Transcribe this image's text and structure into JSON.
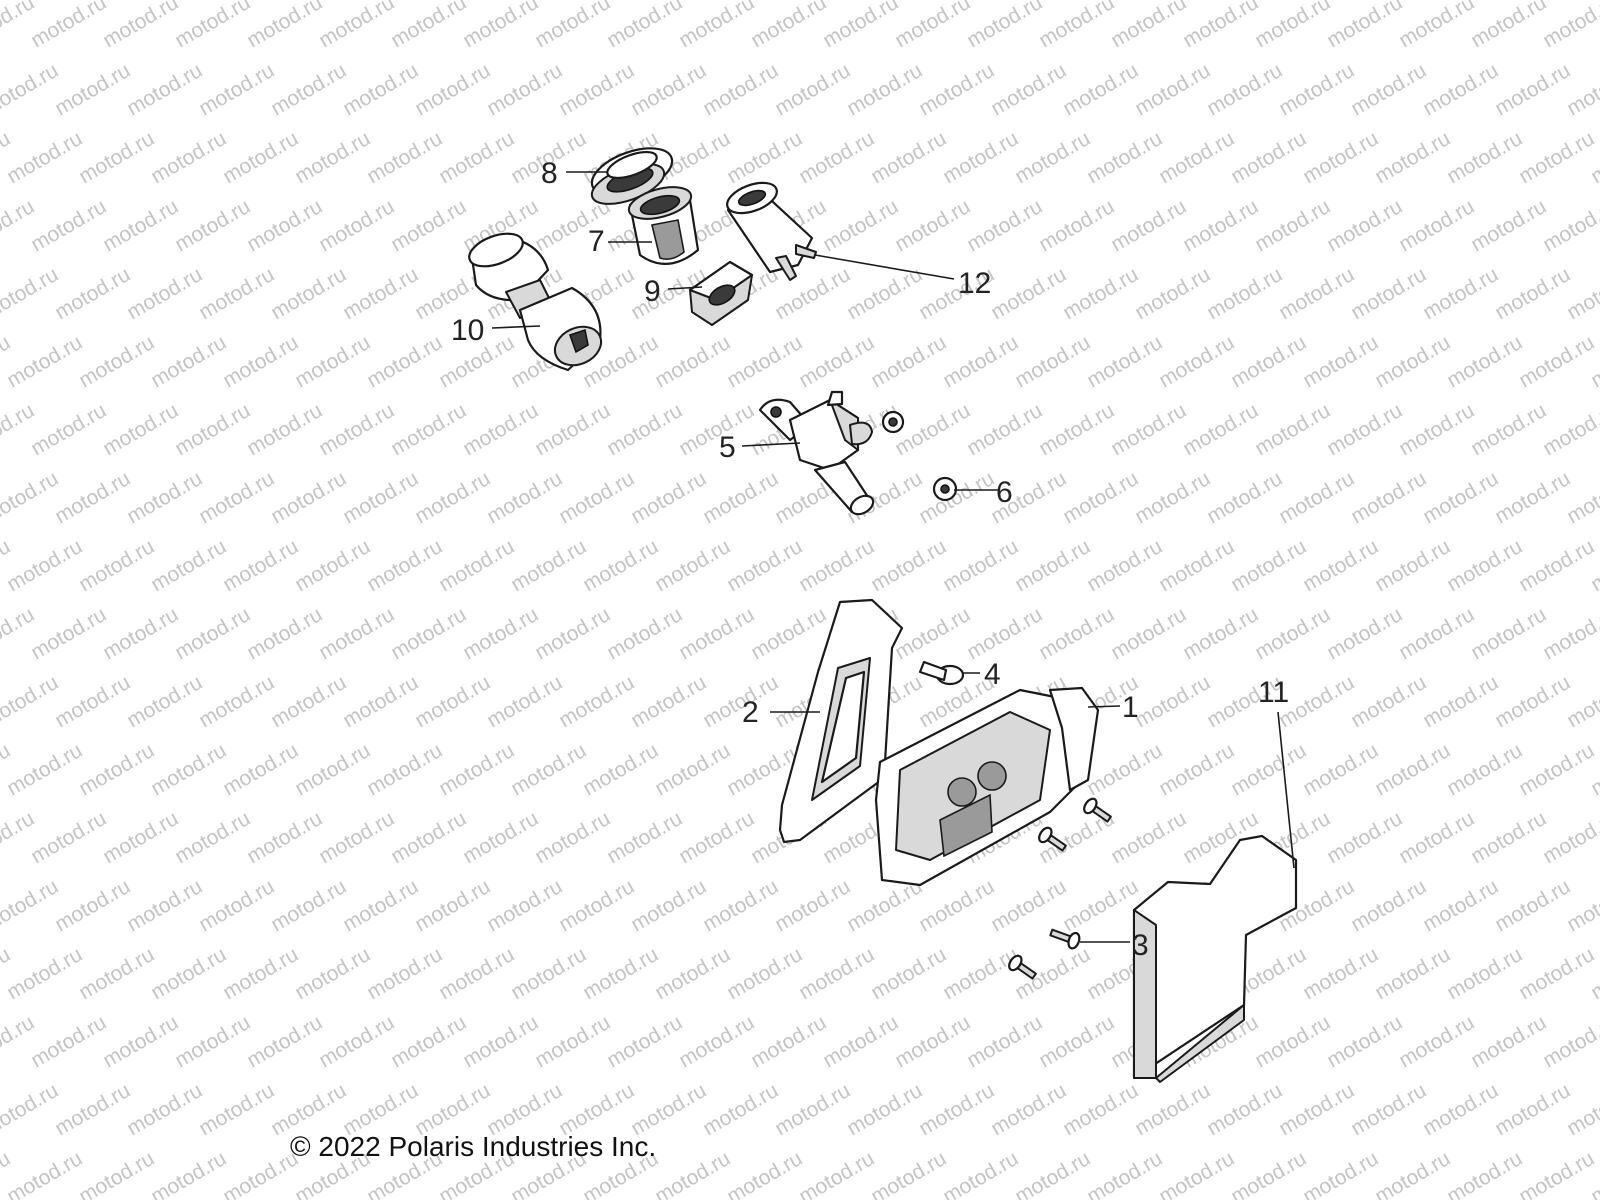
{
  "watermark": {
    "text": "motod.ru",
    "color": "#c4c4c4"
  },
  "callouts": [
    {
      "id": "1",
      "label": "1"
    },
    {
      "id": "2",
      "label": "2"
    },
    {
      "id": "3",
      "label": "3"
    },
    {
      "id": "4",
      "label": "4"
    },
    {
      "id": "5",
      "label": "5"
    },
    {
      "id": "6",
      "label": "6"
    },
    {
      "id": "7",
      "label": "7"
    },
    {
      "id": "8",
      "label": "8"
    },
    {
      "id": "9",
      "label": "9"
    },
    {
      "id": "10",
      "label": "10"
    },
    {
      "id": "11",
      "label": "11"
    },
    {
      "id": "12",
      "label": "12"
    }
  ],
  "footer": {
    "copyright": "© 2022 Polaris Industries Inc."
  }
}
